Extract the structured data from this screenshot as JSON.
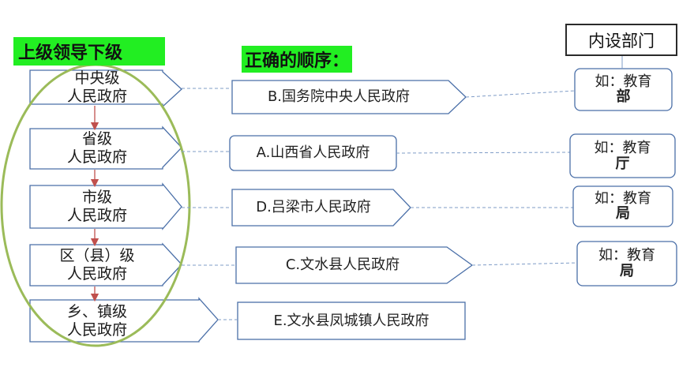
{
  "tags": {
    "upper_lower": "上级领导下级",
    "correct_order": "正确的顺序：",
    "internal_depts": "内设部门"
  },
  "levels": [
    {
      "line1": "中央级",
      "line2": "人民政府"
    },
    {
      "line1": "省级",
      "line2": "人民政府"
    },
    {
      "line1": "市级",
      "line2": "人民政府"
    },
    {
      "line1": "区（县）级",
      "line2": "人民政府"
    },
    {
      "line1": "乡、镇级",
      "line2": "人民政府"
    }
  ],
  "governments": [
    "B.国务院中央人民政府",
    "A.山西省人民政府",
    "D.吕梁市人民政府",
    "C.文水县人民政府",
    "E.文水县凤城镇人民政府"
  ],
  "examples": [
    {
      "top": "如：教育",
      "bottom": "部"
    },
    {
      "top": "如：教育",
      "bottom": "厅"
    },
    {
      "top": "如：教育",
      "bottom": "局"
    },
    {
      "top": "如：教育",
      "bottom": "局"
    }
  ],
  "colors": {
    "box_border": "#4a6fa8",
    "ellipse": "#9bbb59",
    "tag_green": "#22ee22",
    "arrow_red": "#c0504d"
  }
}
